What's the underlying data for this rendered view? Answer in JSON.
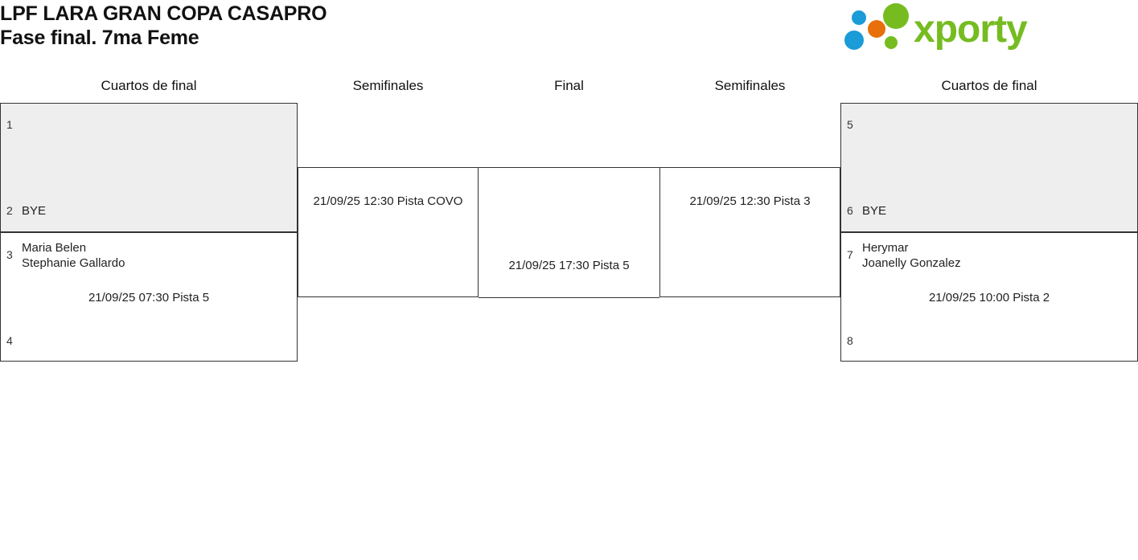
{
  "header": {
    "title_line1": "LPF LARA GRAN COPA CASAPRO",
    "title_line2": "Fase final. 7ma Feme",
    "logo_text": "xporty",
    "logo_colors": {
      "text_green": "#76BC21",
      "dot_blue": "#1B9BD8",
      "dot_orange": "#E8700A",
      "dot_green": "#76BC21"
    }
  },
  "rounds": {
    "qf_left": "Cuartos de final",
    "sf_left": "Semifinales",
    "final": "Final",
    "sf_right": "Semifinales",
    "qf_right": "Cuartos de final"
  },
  "bracket": {
    "left": {
      "match1": {
        "shaded": true,
        "seed_top": "1",
        "player_top": "",
        "seed_bottom": "2",
        "player_bottom": "BYE",
        "match_info": ""
      },
      "match2": {
        "shaded": false,
        "seed_top": "3",
        "player_top_line1": "Maria Belen",
        "player_top_line2": "Stephanie Gallardo",
        "seed_bottom": "4",
        "player_bottom": "",
        "match_info": "21/09/25 07:30 Pista 5"
      },
      "semifinal": {
        "match_info": "21/09/25 12:30 Pista COVO"
      }
    },
    "right": {
      "match1": {
        "shaded": true,
        "seed_top": "5",
        "player_top": "",
        "seed_bottom": "6",
        "player_bottom": "BYE",
        "match_info": ""
      },
      "match2": {
        "shaded": false,
        "seed_top": "7",
        "player_top_line1": "Herymar",
        "player_top_line2": "Joanelly Gonzalez",
        "seed_bottom": "8",
        "player_bottom": "",
        "match_info": "21/09/25 10:00 Pista 2"
      },
      "semifinal": {
        "match_info": "21/09/25 12:30 Pista 3"
      }
    },
    "final": {
      "match_info": "21/09/25 17:30 Pista 5"
    }
  },
  "colors": {
    "shaded_box": "#eeeeee",
    "border": "#333333",
    "text": "#222222"
  }
}
